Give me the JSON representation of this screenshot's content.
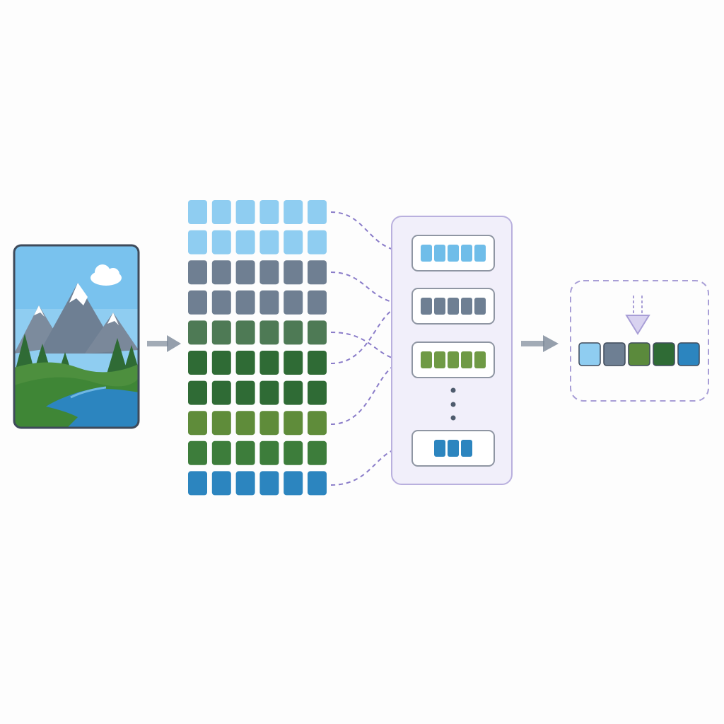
{
  "colors": {
    "background": "#fdfdfd",
    "sky_light": "#8fcdf1",
    "sky_mid": "#6fbde9",
    "mountain": "#6e7f93",
    "mountain_dark": "#566577",
    "snow": "#ffffff",
    "forest_dark": "#2f6b35",
    "forest_mid": "#3d7d3b",
    "grass": "#6f9a45",
    "water": "#2c85bf",
    "accent_purple": "#8a7cc9",
    "panel_fill": "#f1effa",
    "panel_stroke": "#b9b0de",
    "arrow_gray": "#7a8797",
    "frame_dark": "#3e4a5a"
  },
  "image": {
    "icons": [
      "cloud-icon",
      "mountain-icon",
      "tree-icon",
      "river-icon"
    ]
  },
  "grid": {
    "columns": 6,
    "rows": 10,
    "row_colors": [
      "#8fcdf1",
      "#8fcdf1",
      "#6f7f92",
      "#6f7f92",
      "#4e7a55",
      "#2f6b35",
      "#2f6b35",
      "#5f8c3a",
      "#3d7d3b",
      "#2c85bf"
    ]
  },
  "groups": [
    {
      "name": "sky",
      "color": "#6fbde9",
      "tokens": 5
    },
    {
      "name": "mountain",
      "color": "#6e7f93",
      "tokens": 5
    },
    {
      "name": "grass",
      "color": "#6f9a45",
      "tokens": 5
    },
    {
      "name": "water",
      "color": "#2c85bf",
      "tokens": 3
    }
  ],
  "output": {
    "tokens": [
      "#8fcdf1",
      "#6e7f93",
      "#5b8a3c",
      "#2f6b35",
      "#2c85bf"
    ],
    "icon": "down-arrow-icon"
  }
}
